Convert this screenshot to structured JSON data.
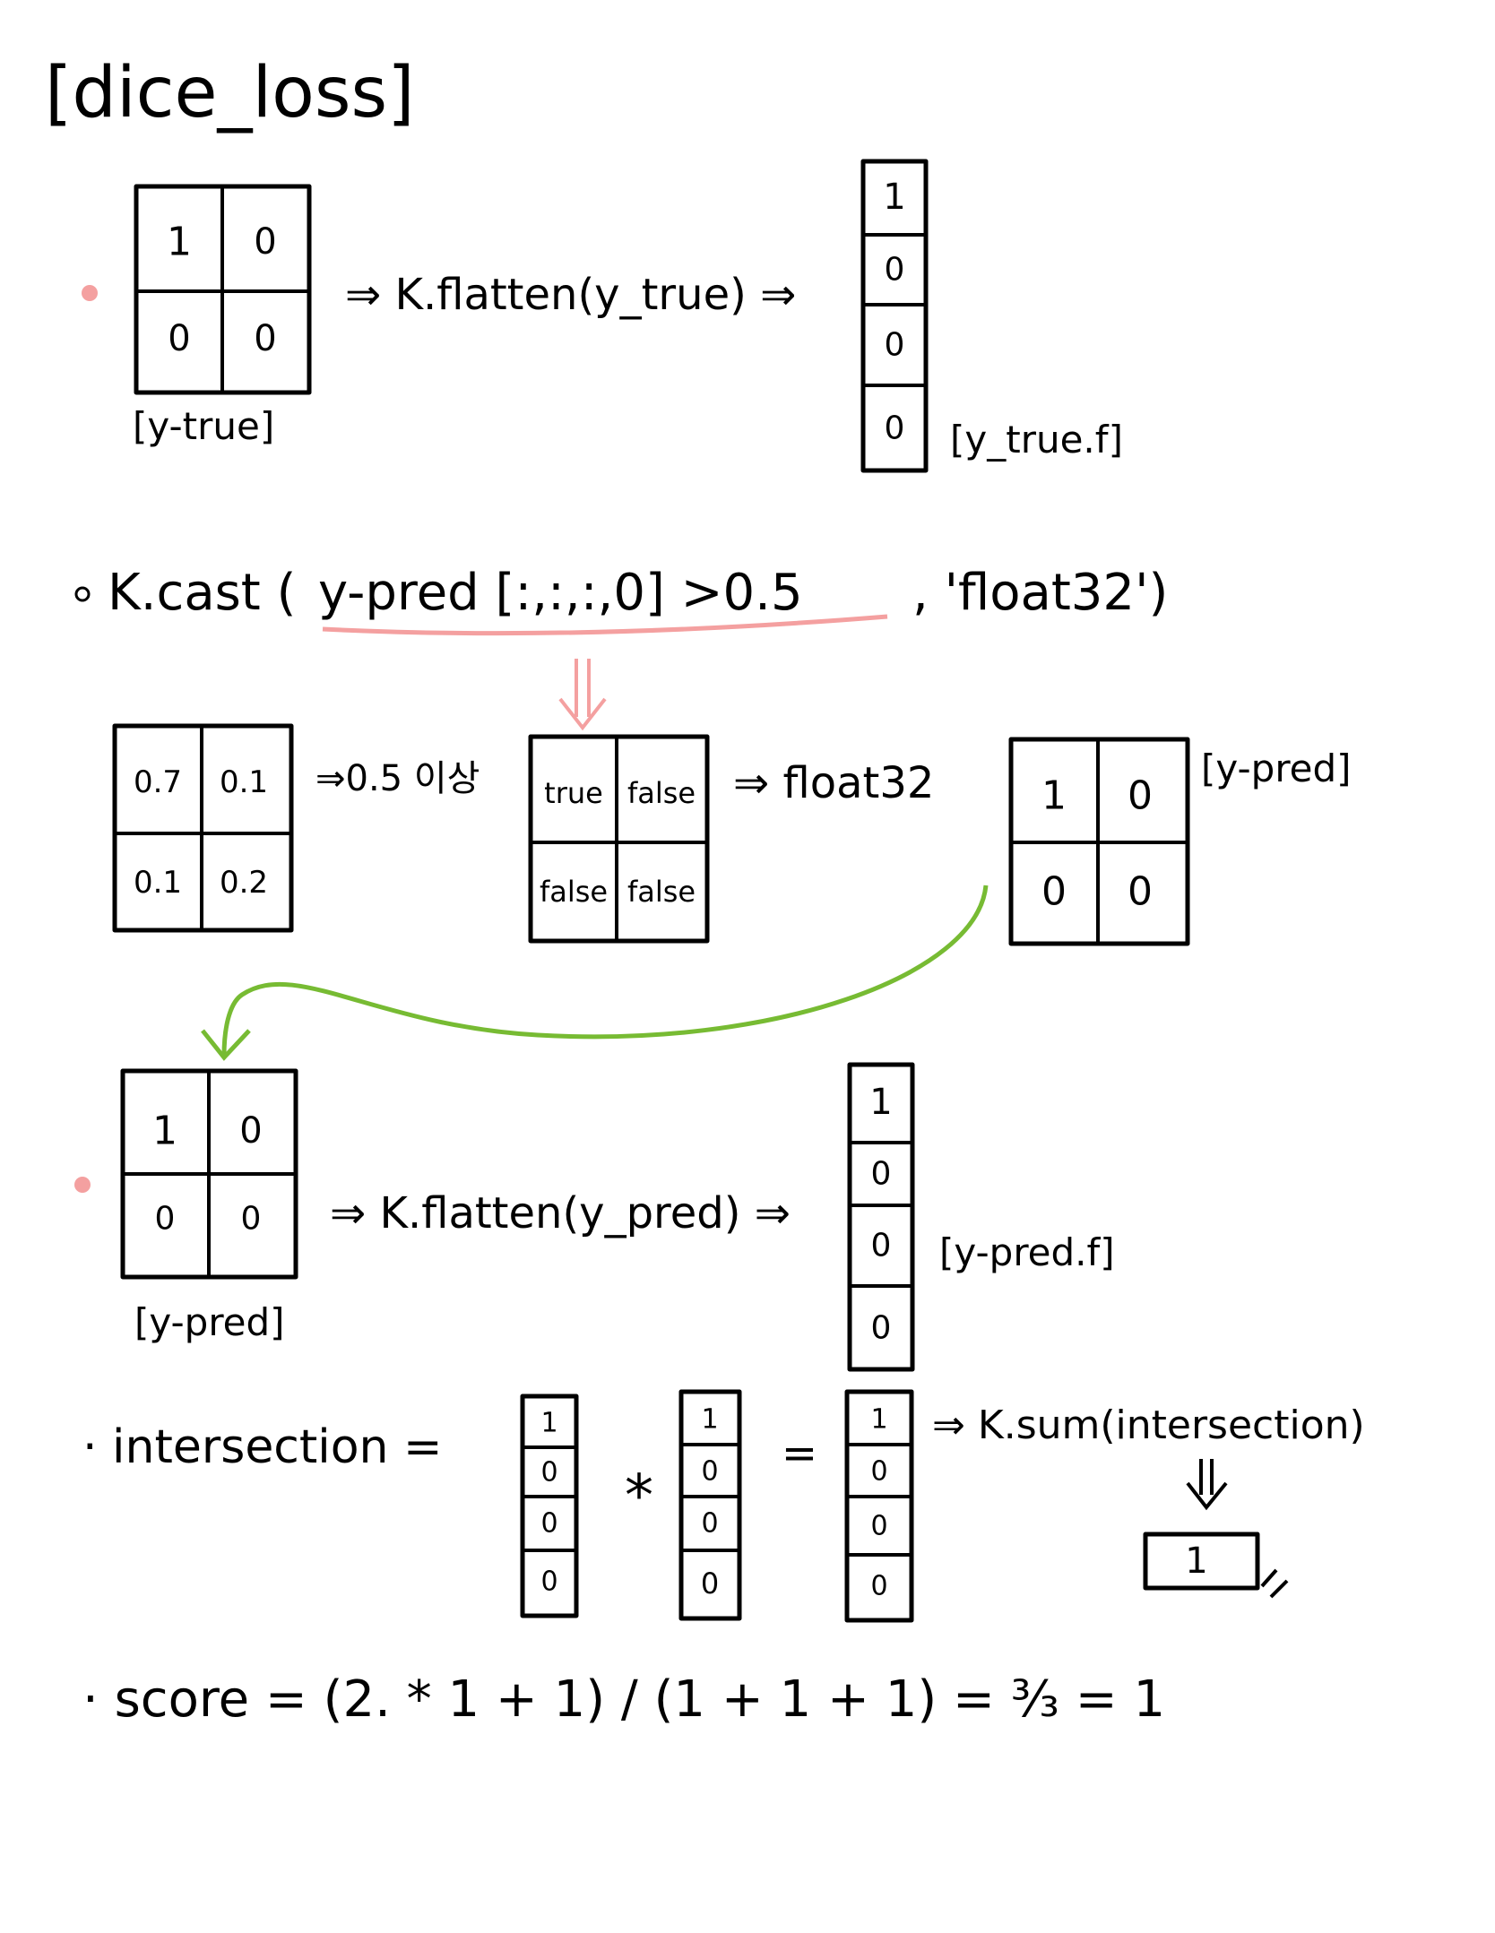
{
  "title": "[dice_loss]",
  "section1": {
    "grid": [
      "1",
      "0",
      "0",
      "0"
    ],
    "grid_label": "[y-true]",
    "op": "⇒ K.flatten(y_true) ⇒",
    "vector": [
      "1",
      "0",
      "0",
      "0"
    ],
    "vector_label": "[y_true.f]"
  },
  "cast_line": {
    "prefix": "K.cast (",
    "expr": "y-pred [:,:,:,0] >0.5",
    "suffix": ", 'float32')"
  },
  "section2": {
    "input_grid": [
      "0.7",
      "0.1",
      "0.1",
      "0.2"
    ],
    "op1": "⇒0.5 이상",
    "bool_grid": [
      "true",
      "false",
      "false",
      "false"
    ],
    "op2": "⇒ float32",
    "output_grid": [
      "1",
      "0",
      "0",
      "0"
    ],
    "output_label": "[y-pred]"
  },
  "section3": {
    "grid": [
      "1",
      "0",
      "0",
      "0"
    ],
    "grid_label": "[y-pred]",
    "op": "⇒ K.flatten(y_pred) ⇒",
    "vector": [
      "1",
      "0",
      "0",
      "0"
    ],
    "vector_label": "[y-pred.f]"
  },
  "intersection": {
    "label": "· intersection =",
    "vec_a": [
      "1",
      "0",
      "0",
      "0"
    ],
    "times": "*",
    "vec_b": [
      "1",
      "0",
      "0",
      "0"
    ],
    "equals": "=",
    "vec_c": [
      "1",
      "0",
      "0",
      "0"
    ],
    "op": "⇒ K.sum(intersection)",
    "result": "1"
  },
  "score": {
    "text": "· score = (2. * 1 + 1) / (1 + 1 + 1) = ³⁄₃ = 1"
  },
  "colors": {
    "ink": "#000000",
    "bullet_pink": "#f4a0a0",
    "underline_pink": "#f4a0a0",
    "curve_green": "#77bb33"
  }
}
